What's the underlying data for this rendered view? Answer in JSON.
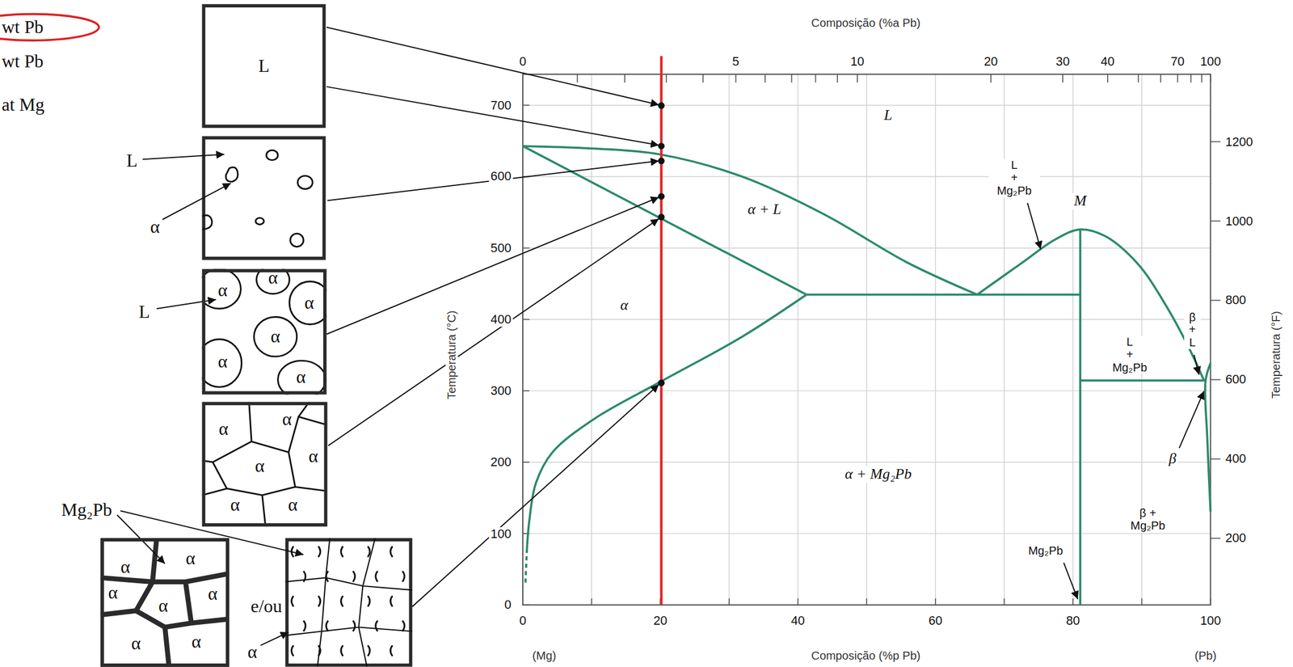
{
  "diagram": {
    "nodes": [
      {
        "text": [
          "L"
        ]
      },
      {
        "text": [
          "α",
          "α",
          "α",
          "α",
          "α",
          "α"
        ]
      },
      {
        "text": [
          "α",
          "α",
          "α",
          "α",
          "α",
          "α"
        ]
      },
      {
        "text": [
          "α",
          "α",
          "α",
          "α",
          "α",
          "α",
          "α"
        ]
      }
    ],
    "labels": [
      "wt Pb",
      "wt Pb",
      "at Mg",
      "L",
      "α",
      "L",
      "Mg₂Pb",
      "e/ou",
      "α",
      "Composição (%a Pb)",
      "0",
      "5",
      "10",
      "20",
      "30",
      "40",
      "70",
      "100",
      "Temperatura (°C)",
      "0",
      "100",
      "200",
      "300",
      "400",
      "500",
      "600",
      "700",
      "1200",
      "1000",
      "800",
      "600",
      "400",
      "200",
      "Temperatura (°F)",
      "0",
      "20",
      "40",
      "60",
      "80",
      "100",
      "(Mg)",
      "Composição (%p Pb)",
      "(Pb)",
      "L",
      "α + L",
      "α",
      "L + Mg₂Pb",
      "M",
      "L + Mg₂Pb",
      "β + L",
      "β",
      "β + Mg₂Pb",
      "α + Mg₂Pb",
      "Mg₂Pb"
    ]
  }
}
